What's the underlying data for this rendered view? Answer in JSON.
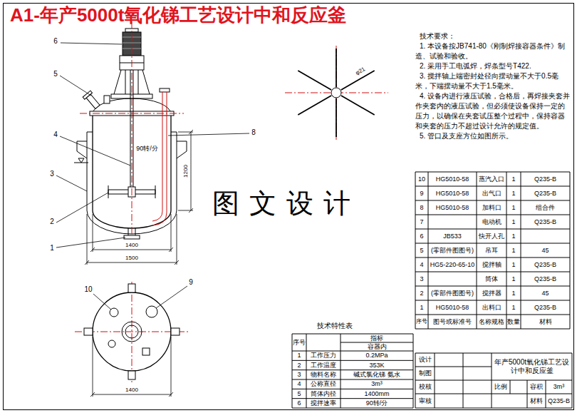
{
  "diagram": {
    "title": "A1-年产5000t氧化锑工艺设计中和反应釜",
    "labels": [
      "技术要求：",
      "1. 本设备按JB741-80《刚制焊接容器条件》制造、试验和验收。",
      "2. 采用手工电弧焊，焊条型号T422.",
      "3. 搅拌轴上端密封处径向摆动量不大于0.5毫米，下端摆动量不大于1.5毫米。",
      "4. 设备内进行液压试验，合格后，再焊接夹套并作夹套内的液压试验，但必须使设备保持一定的压力，以确保在夹套试压整个过程中，保持容器和夹套的压力不超过设计允许的规定值。",
      "5. 管口及支座方位如图所示。",
      "10",
      "HG5010-58",
      "蒸汽入口",
      "1",
      "Q235-B",
      "9",
      "HG5010-58",
      "出气口",
      "1",
      "Q235-B",
      "8",
      "HG5010-58",
      "加料口",
      "1",
      "组合件",
      "7",
      "电动机",
      "1",
      "Q235-B",
      "6",
      "JB533",
      "快开人孔",
      "1",
      "5",
      "(零部件图图号)",
      "吊耳",
      "1",
      "45",
      "4",
      "HG5-220-65-10",
      "搅拌轴",
      "1",
      "Q235-B",
      "3",
      "筒体",
      "1",
      "Q235-B",
      "2",
      "(零部件图图号)",
      "搅拌器",
      "1",
      "45",
      "1",
      "HG5010-58",
      "出料口",
      "1",
      "Q235-B",
      "序号",
      "图号或标准号",
      "名称规格",
      "数量",
      "材料",
      "技术特性表",
      "序号",
      "指标",
      "容器内",
      "1",
      "工作压力",
      "0.2MPa",
      "2",
      "工作温度",
      "353K",
      "3",
      "物料名称",
      "碱式氯化锑 氨水",
      "4",
      "公称直径",
      "3m³",
      "5",
      "筒体内径",
      "1400mm",
      "6",
      "搅拌速率",
      "90转/分",
      "设计",
      "制图",
      "校核",
      "审核",
      "年产5000t氧化锑工艺设计中和反应釜",
      "比例",
      "容积",
      "3m³",
      "材料",
      "Q235-B",
      "6",
      "5",
      "4",
      "3",
      "2",
      "1",
      "8",
      "90转/分",
      "1200",
      "1400",
      "1500",
      "10",
      "9",
      "1400",
      "φ21",
      "图文设计"
    ]
  }
}
